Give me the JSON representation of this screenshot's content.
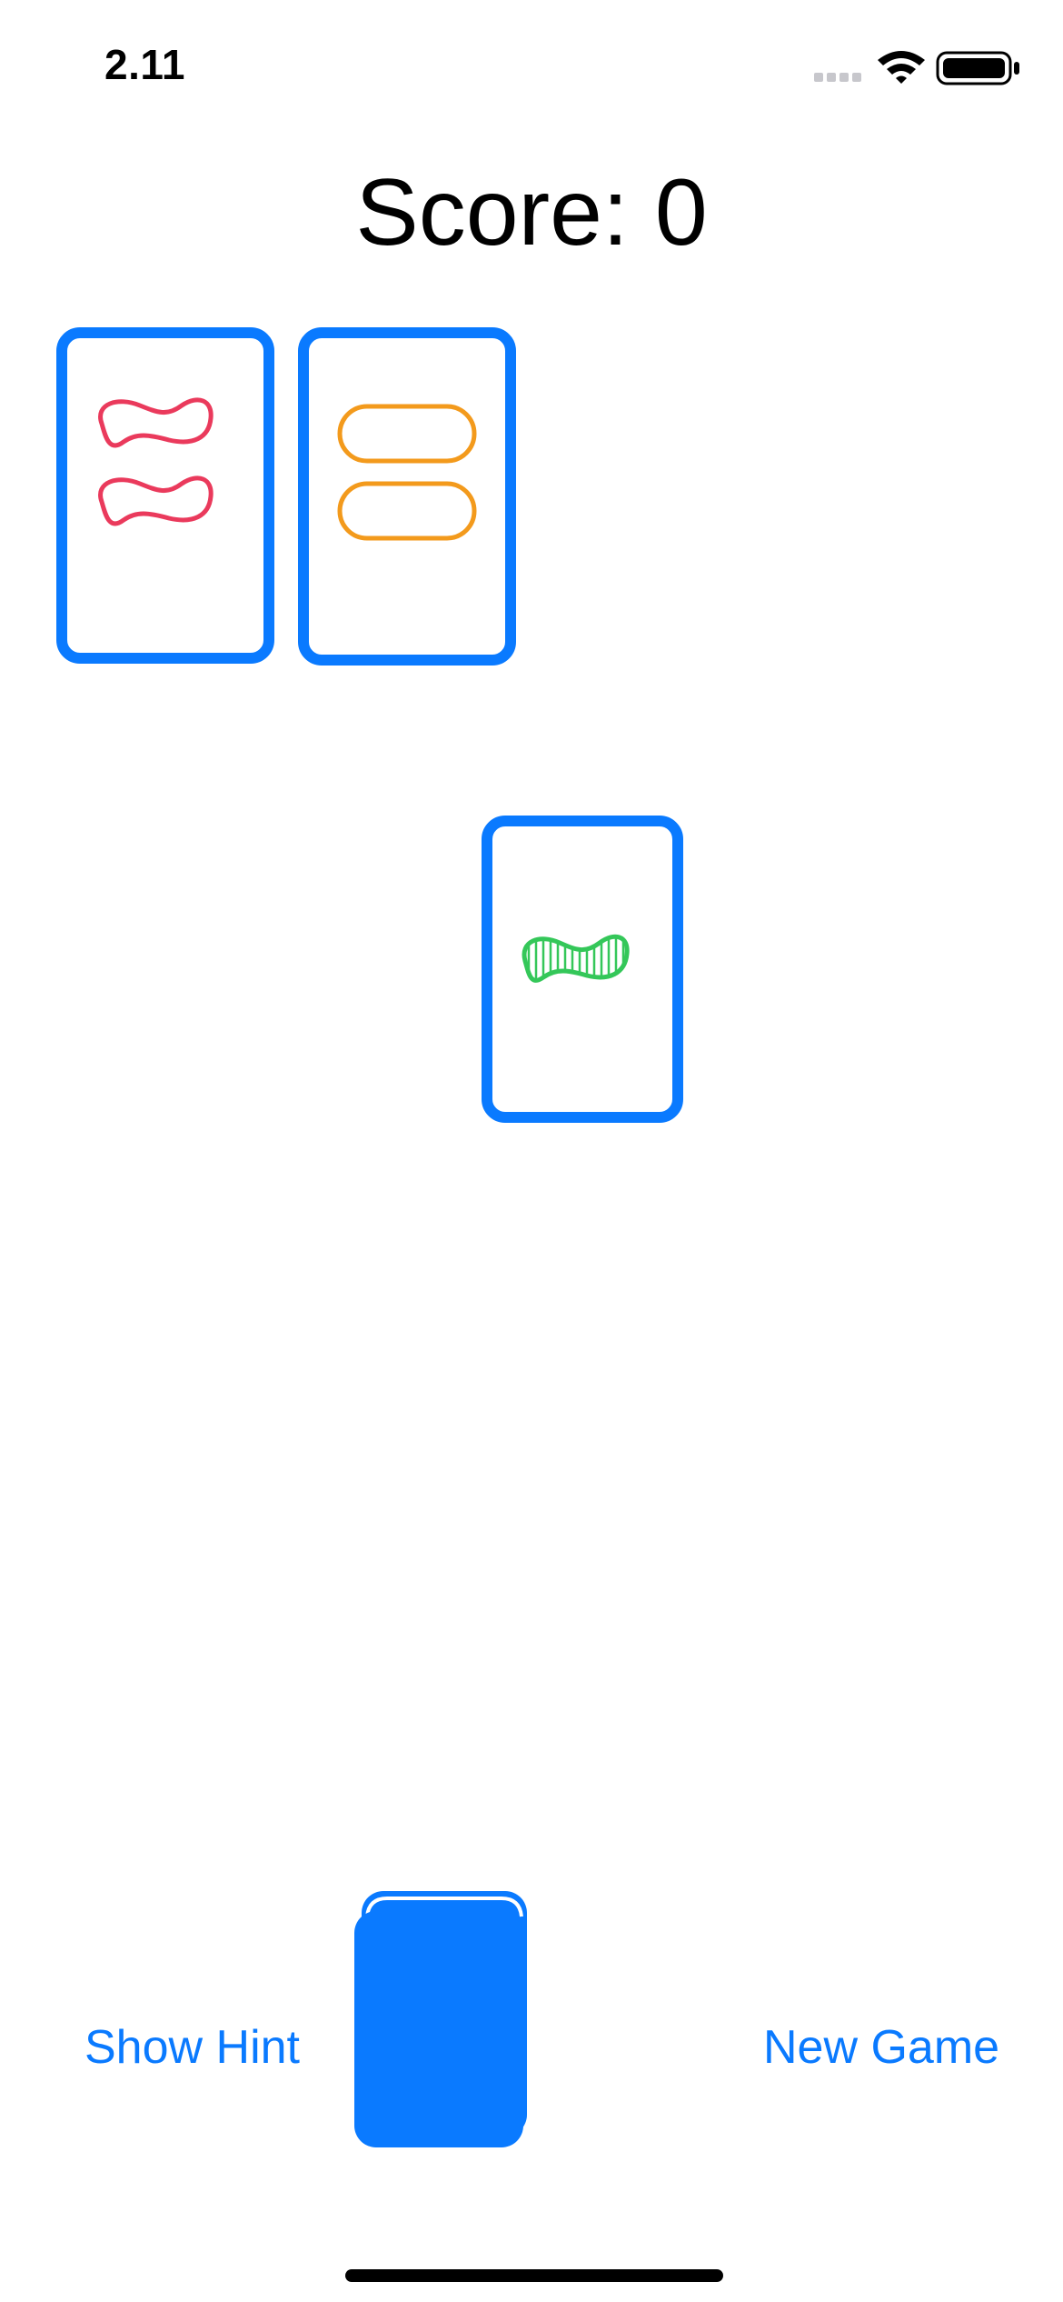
{
  "status_bar": {
    "time": "2.11",
    "cellular_icon": "cellular-signal-icon",
    "wifi_icon": "wifi-icon",
    "battery_icon": "battery-icon"
  },
  "score": {
    "text": "Score: 0"
  },
  "cards": [
    {
      "name": "card-two-red-squiggles-outlined",
      "count": 2,
      "shape": "squiggle",
      "color": "#ea3a5c",
      "shading": "outlined"
    },
    {
      "name": "card-two-orange-ovals-outlined",
      "count": 2,
      "shape": "oval",
      "color": "#f39a1c",
      "shading": "outlined"
    },
    {
      "name": "card-one-green-squiggle-striped",
      "count": 1,
      "shape": "squiggle",
      "color": "#34c759",
      "shading": "striped"
    }
  ],
  "controls": {
    "show_hint_label": "Show Hint",
    "new_game_label": "New Game",
    "deck_icon": "card-deck-icon"
  },
  "colors": {
    "accent": "#0a7aff",
    "red": "#ea3a5c",
    "orange": "#f39a1c",
    "green": "#34c759"
  }
}
